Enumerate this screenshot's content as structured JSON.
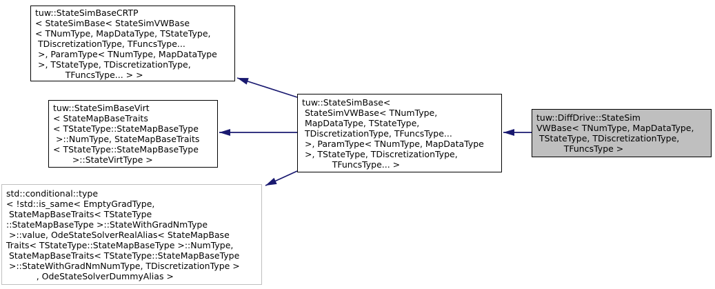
{
  "diagram": {
    "kind": "class-inheritance-graph",
    "colors": {
      "arrow": "#191970",
      "node_border": "#000000",
      "secondary_node_border": "#bfbfbf",
      "highlight_node_fill": "#bfbfbf",
      "node_fill": "#ffffff",
      "text": "#000000",
      "background": "#ffffff"
    },
    "nodes": [
      {
        "id": "node-statesimbasecrtp",
        "role": "base-class",
        "text": "tuw::StateSimBaseCRTP\n< StateSimBase< StateSimVWBase\n< TNumType, MapDataType, TStateType,\n TDiscretizationType, TFuncsType...\n >, ParamType< TNumType, MapDataType\n >, TStateType, TDiscretizationType,\n           TFuncsType... > >"
      },
      {
        "id": "node-statesimbasevirt",
        "role": "base-class",
        "text": "tuw::StateSimBaseVirt\n< StateMapBaseTraits\n< TStateType::StateMapBaseType\n >::NumType, StateMapBaseTraits\n< TStateType::StateMapBaseType\n       >::StateVirtType >"
      },
      {
        "id": "node-conditional",
        "role": "base-class",
        "text": "std::conditional::type\n< !std::is_same< EmptyGradType,\n StateMapBaseTraits< TStateType\n::StateMapBaseType >::StateWithGradNmType\n >::value, OdeStateSolverRealAlias< StateMapBase\nTraits< TStateType::StateMapBaseType >::NumType,\n StateMapBaseTraits< TStateType::StateMapBaseType\n >::StateWithGradNmNumType, TDiscretizationType >\n           , OdeStateSolverDummyAlias >"
      },
      {
        "id": "node-statesimbase",
        "role": "intermediate-class",
        "text": "tuw::StateSimBase<\n StateSimVWBase< TNumType,\n MapDataType, TStateType,\n TDiscretizationType, TFuncsType...\n >, ParamType< TNumType, MapDataType\n >, TStateType, TDiscretizationType,\n           TFuncsType... >"
      },
      {
        "id": "node-diffdrive",
        "role": "current-class",
        "highlighted": true,
        "text": "tuw::DiffDrive::StateSim\nVWBase< TNumType, MapDataType,\n TStateType, TDiscretizationType,\n          TFuncsType >"
      }
    ],
    "edges": [
      {
        "from": "node-statesimbase",
        "to": "node-statesimbasecrtp",
        "type": "public-inheritance"
      },
      {
        "from": "node-statesimbase",
        "to": "node-statesimbasevirt",
        "type": "public-inheritance"
      },
      {
        "from": "node-statesimbase",
        "to": "node-conditional",
        "type": "public-inheritance"
      },
      {
        "from": "node-diffdrive",
        "to": "node-statesimbase",
        "type": "public-inheritance"
      }
    ]
  }
}
